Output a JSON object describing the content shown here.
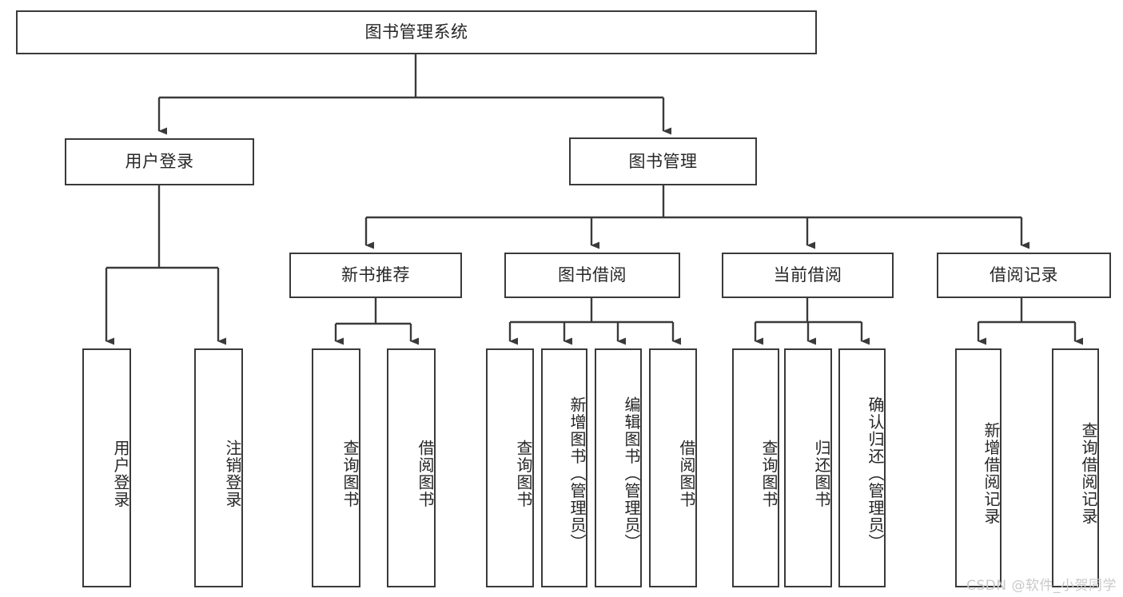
{
  "diagram": {
    "title_node": {
      "label": "图书管理系统"
    },
    "level2": [
      {
        "label": "用户登录"
      },
      {
        "label": "图书管理"
      }
    ],
    "level3": [
      {
        "label": "新书推荐"
      },
      {
        "label": "图书借阅"
      },
      {
        "label": "当前借阅"
      },
      {
        "label": "借阅记录"
      }
    ],
    "leaves": {
      "user_login": [
        {
          "label": "用户登录"
        },
        {
          "label": "注销登录"
        }
      ],
      "new_book_recommend": [
        {
          "label": "查询图书"
        },
        {
          "label": "借阅图书"
        }
      ],
      "book_borrow": [
        {
          "label": "查询图书"
        },
        {
          "label": "新增图书（管理员）"
        },
        {
          "label": "编辑图书（管理员）"
        },
        {
          "label": "借阅图书"
        }
      ],
      "current_borrow": [
        {
          "label": "查询图书"
        },
        {
          "label": "归还图书"
        },
        {
          "label": "确认归还（管理员）"
        }
      ],
      "borrow_record": [
        {
          "label": "新增借阅记录"
        },
        {
          "label": "查询借阅记录"
        }
      ]
    }
  },
  "watermark": {
    "text": "CSDN @软件_小贺同学"
  },
  "colors": {
    "border": "#3a3a3a",
    "text": "#262626",
    "background": "#ffffff",
    "watermark": "#c9c9c9"
  }
}
